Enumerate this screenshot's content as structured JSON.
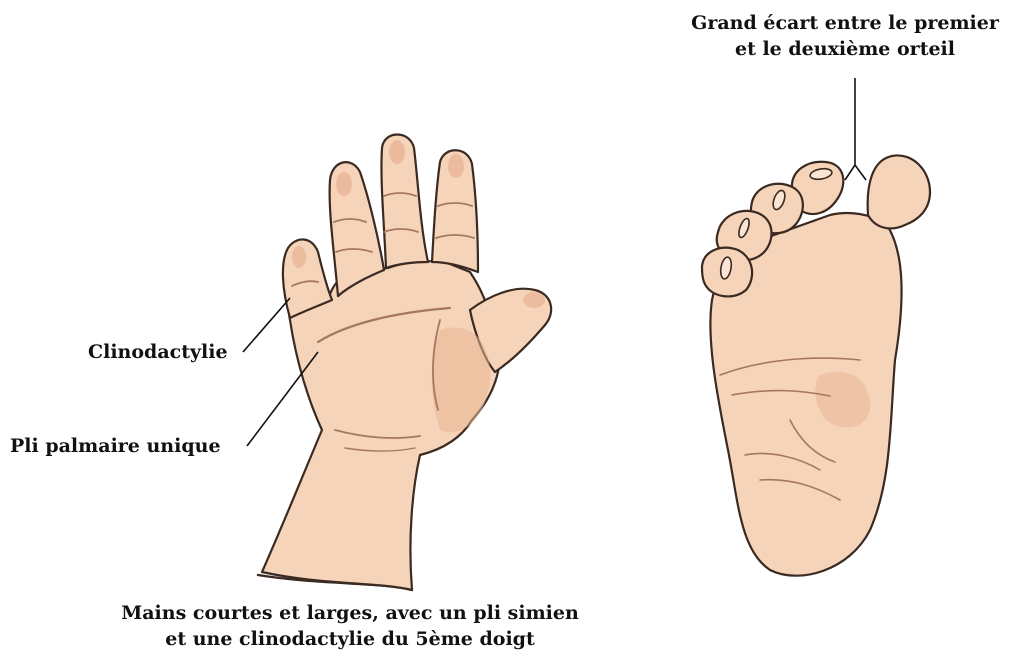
{
  "labels": {
    "toe_gap_line1": "Grand écart entre le premier",
    "toe_gap_line2": "et le deuxième orteil",
    "clinodactyly": "Clinodactylie",
    "palmar_crease": "Pli palmaire unique",
    "caption_line1": "Mains courtes et larges, avec un pli simien",
    "caption_line2": "et une clinodactylie du 5ème doigt"
  },
  "colors": {
    "skin": "#f6d4b9",
    "skin_shadow": "#e8b494",
    "outline": "#3a2a22",
    "crease": "#a5785e",
    "line": "#111111"
  }
}
